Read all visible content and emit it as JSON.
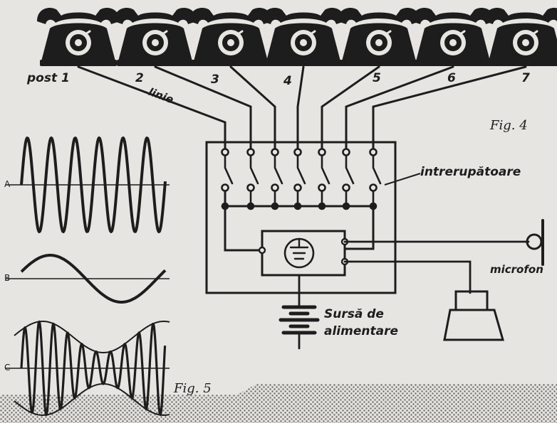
{
  "fig4": {
    "figure_label": "Fig. 4",
    "phones": [
      {
        "label": "post 1"
      },
      {
        "label": "2"
      },
      {
        "label": "3"
      },
      {
        "label": "4"
      },
      {
        "label": "5"
      },
      {
        "label": "6"
      },
      {
        "label": "7"
      }
    ],
    "line_label": "linie",
    "switches_label": "intrerupătoare",
    "microphone_label": "microfon",
    "power_supply_label_line1": "Sursă de",
    "power_supply_label_line2": "alimentare"
  },
  "fig5": {
    "figure_label": "Fig. 5",
    "waves": [
      {
        "label": "A"
      },
      {
        "label": "B"
      },
      {
        "label": "C"
      }
    ]
  },
  "colors": {
    "ink": "#1d1d1d",
    "paper": "#e7e5e2"
  }
}
